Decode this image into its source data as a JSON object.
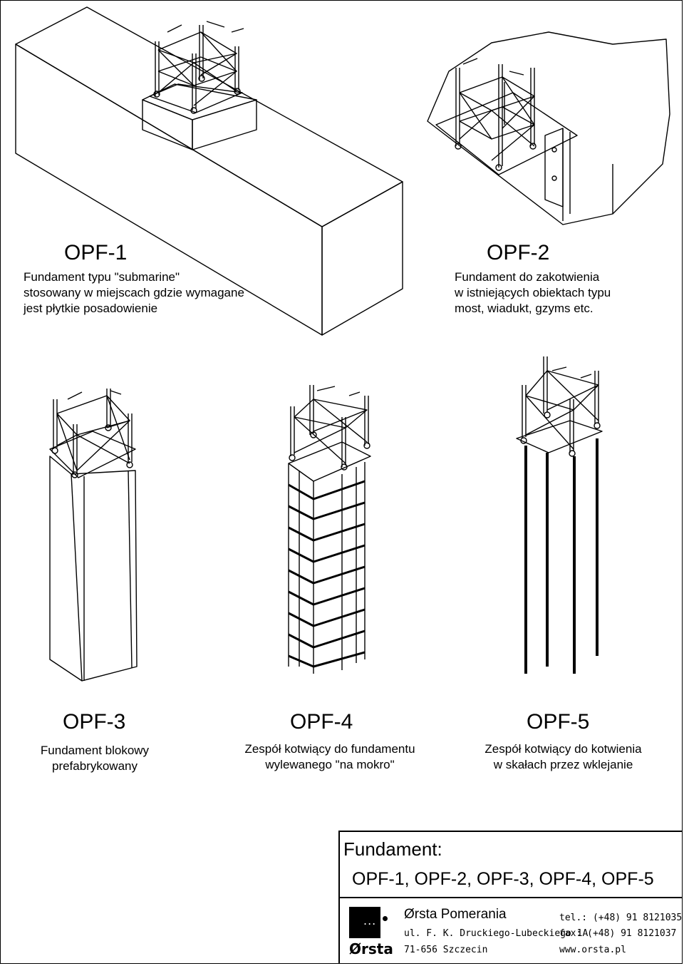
{
  "items": [
    {
      "code": "OPF-1",
      "description": "Fundament typu \"submarine\"\nstosowany w miejscach gdzie wymagane\njest płytkie posadowienie"
    },
    {
      "code": "OPF-2",
      "description": "Fundament do zakotwienia\nw istniejących obiektach typu\nmost, wiadukt, gzyms etc."
    },
    {
      "code": "OPF-3",
      "description": "Fundament blokowy\nprefabrykowany"
    },
    {
      "code": "OPF-4",
      "description": "Zespół kotwiący do fundamentu\nwylewanego \"na mokro\""
    },
    {
      "code": "OPF-5",
      "description": "Zespół kotwiący do kotwienia\nw skałach przez wklejanie"
    }
  ],
  "titleblock": {
    "label": "Fundament:",
    "codes": "OPF-1, OPF-2, OPF-3, OPF-4, OPF-5"
  },
  "company": {
    "logo_text": "Ørsta",
    "name": "Ørsta Pomerania",
    "address_line1": "ul. F. K. Druckiego-Lubeckiego 1A",
    "address_line2": "71-656 Szczecin",
    "tel": "tel.: (+48) 91 8121035",
    "fax": "fax: (+48) 91 8121037",
    "web": "www.orsta.pl"
  },
  "colors": {
    "line": "#000000",
    "background": "#ffffff"
  }
}
